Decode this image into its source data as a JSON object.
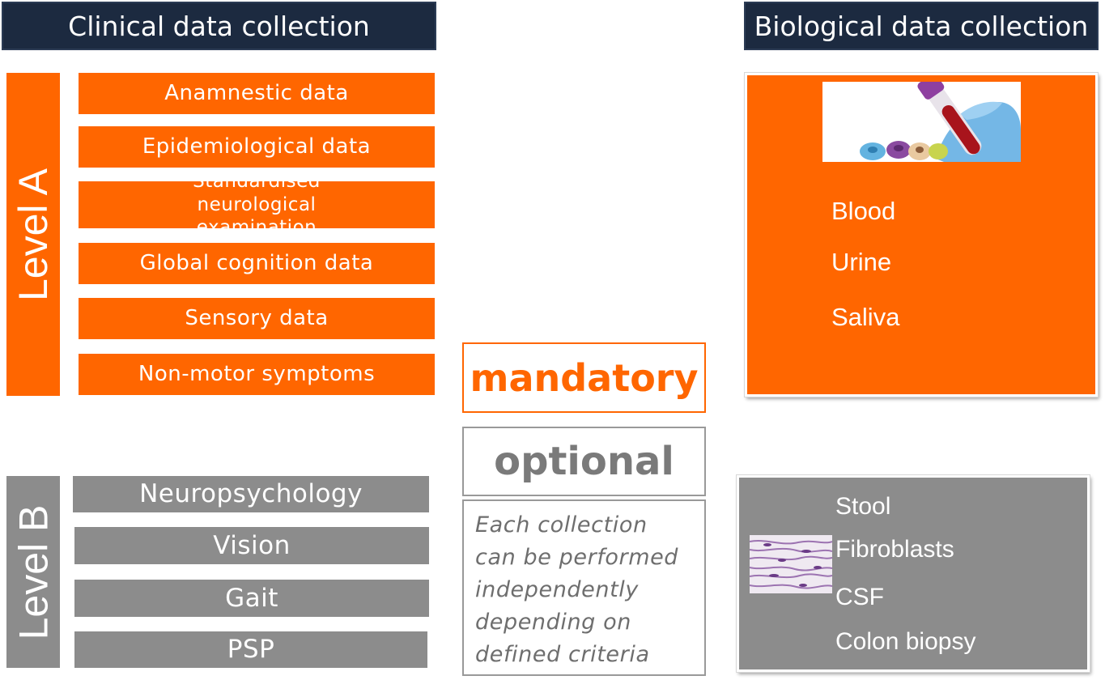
{
  "headers": {
    "clinical": "Clinical data collection",
    "biological": "Biological data collection"
  },
  "levels": {
    "a": "Level A",
    "b": "Level B"
  },
  "level_a_items": [
    "Anamnestic data",
    "Epidemiological data",
    "Standardised neurological examination",
    "Global cognition data",
    "Sensory data",
    "Non-motor symptoms"
  ],
  "level_b_items": [
    "Neuropsychology",
    "Vision",
    "Gait",
    "PSP"
  ],
  "legend": {
    "mandatory": "mandatory",
    "optional": "optional",
    "note": "Each collection can be performed independently depending on defined criteria"
  },
  "bio_mandatory": [
    "Blood",
    "Urine",
    "Saliva"
  ],
  "bio_optional": [
    "Stool",
    "Fibroblasts",
    "CSF",
    "Colon biopsy"
  ],
  "colors": {
    "mandatory": "#ff6600",
    "optional": "#8c8c8c",
    "header": "#1c2a40"
  }
}
